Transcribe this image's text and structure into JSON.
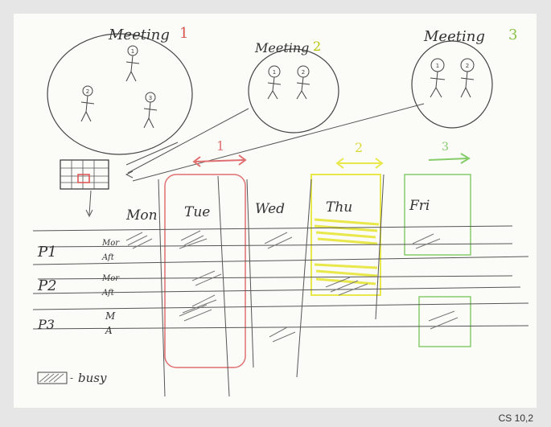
{
  "meetings": [
    {
      "label": "Meeting",
      "number": "1",
      "people": [
        "1",
        "2",
        "3"
      ],
      "number_color": "#d9534f"
    },
    {
      "label": "Meeting",
      "number": "2",
      "people": [
        "1",
        "2"
      ],
      "number_color": "#b7c400"
    },
    {
      "label": "Meeting",
      "number": "3",
      "people": [
        "1",
        "2"
      ],
      "number_color": "#8bc34a"
    }
  ],
  "timeline_labels": [
    "1",
    "2",
    "3"
  ],
  "days": [
    "Mon",
    "Tue",
    "Wed",
    "Thu",
    "Fri"
  ],
  "persons": [
    {
      "label": "P1",
      "slots": [
        "Mor",
        "Aft"
      ]
    },
    {
      "label": "P2",
      "slots": [
        "Mor",
        "Aft"
      ]
    },
    {
      "label": "P3",
      "slots": [
        "M",
        "A"
      ]
    }
  ],
  "legend": {
    "label": "busy"
  },
  "caption": "CS 10,2",
  "colors": {
    "meeting1": "#e07070",
    "meeting2": "#e8e84a",
    "meeting3": "#86cc6a",
    "pencil": "#555555"
  }
}
